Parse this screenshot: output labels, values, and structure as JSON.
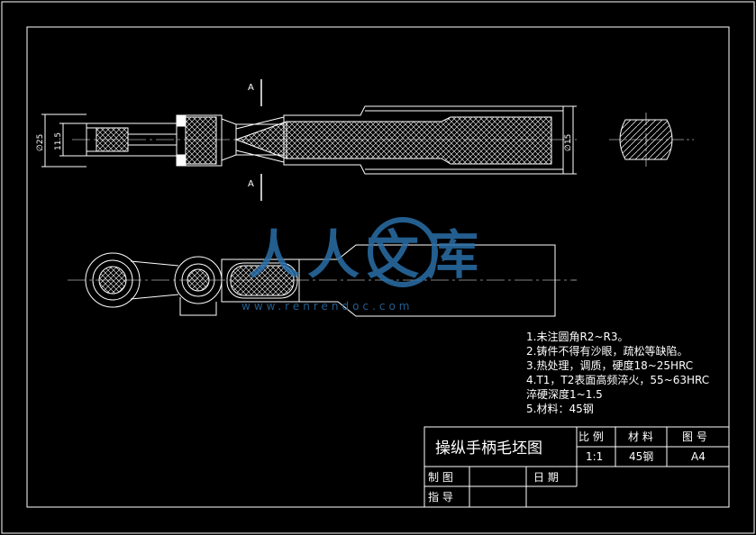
{
  "drawing": {
    "section_label_top": "A",
    "section_label_bottom": "A",
    "dimensions": {
      "left_outer": "∅25",
      "left_inner": "11.5",
      "right_dia": "∅15"
    }
  },
  "watermark": {
    "cn": "人人文库",
    "url": "www.renrendoc.com"
  },
  "notes": [
    "1.未注圆角R2~R3。",
    "2.铸件不得有沙眼，疏松等缺陷。",
    "3.热处理，调质，硬度18~25HRC",
    "4.T1，T2表面高频淬火，55~63HRC",
    "淬硬深度1~1.5",
    "5.材料：45钢"
  ],
  "title_block": {
    "title": "操纵手柄毛坯图",
    "h_scale": "比 例",
    "h_material": "材 料",
    "h_number": "图 号",
    "scale": "1:1",
    "material": "45钢",
    "number": "A4",
    "drawn_by": "制 图",
    "date": "日 期",
    "guide": "指 导"
  },
  "colors": {
    "background": "#000000",
    "line": "#ffffff",
    "watermark": "#2a6fa8"
  }
}
